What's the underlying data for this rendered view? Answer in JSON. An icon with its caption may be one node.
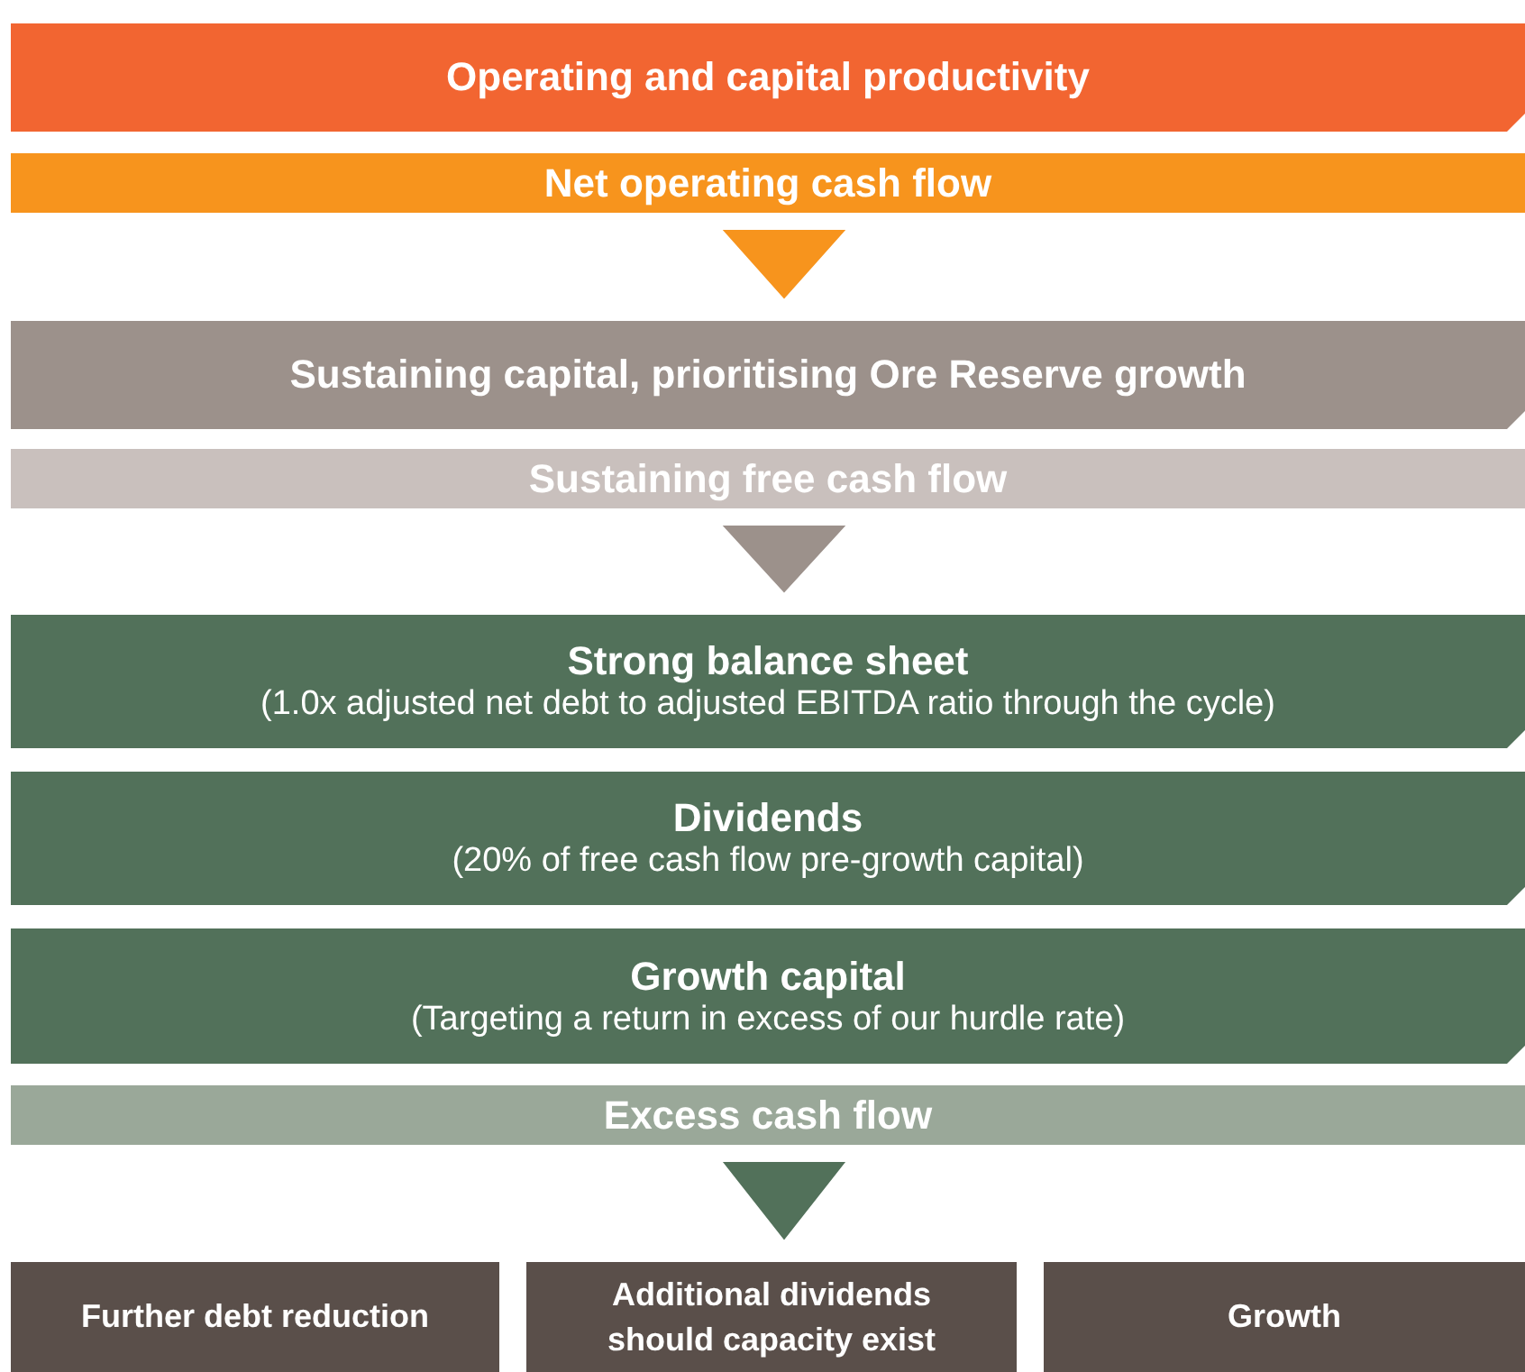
{
  "diagram": {
    "nodes": [
      {
        "text": [
          "Operating and capital productivity"
        ]
      },
      {
        "text": [
          "Net operating cash flow"
        ]
      },
      {
        "text": [
          "Sustaining capital, prioritising Ore Reserve growth"
        ]
      },
      {
        "text": [
          "Sustaining free cash flow"
        ]
      },
      {
        "text": [
          "Strong balance sheet",
          "(1.0x adjusted net debt to adjusted EBITDA ratio through the cycle)"
        ]
      },
      {
        "text": [
          "Dividends",
          "(20% of free cash flow pre-growth capital)"
        ]
      },
      {
        "text": [
          "Growth capital",
          "(Targeting a return in excess of our hurdle rate)"
        ]
      },
      {
        "text": [
          "Excess cash flow"
        ]
      },
      {
        "text": [
          "Further debt reduction"
        ]
      },
      {
        "text": [
          "Additional dividends should capacity exist"
        ]
      },
      {
        "text": [
          "Growth"
        ]
      }
    ],
    "edges": [
      {
        "from": 1,
        "to": 2,
        "arrow": "to",
        "color": "#f7941d"
      },
      {
        "from": 3,
        "to": 4,
        "arrow": "to",
        "color": "#9c918b"
      },
      {
        "from": 7,
        "to": 9,
        "arrow": "to",
        "color": "#52715a"
      }
    ]
  }
}
